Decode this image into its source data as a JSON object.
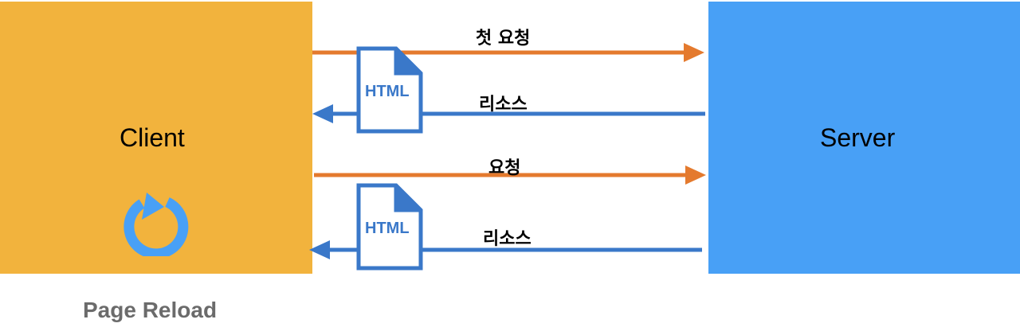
{
  "client": {
    "label": "Client",
    "color": "#f2b33d"
  },
  "server": {
    "label": "Server",
    "color": "#48a0f6"
  },
  "arrows": [
    {
      "label": "첫 요청",
      "direction": "to-server",
      "color": "#e47a2e"
    },
    {
      "label": "리소스",
      "direction": "to-client",
      "color": "#3a78c9"
    },
    {
      "label": "요청",
      "direction": "to-server",
      "color": "#e47a2e"
    },
    {
      "label": "리소스",
      "direction": "to-client",
      "color": "#3a78c9"
    }
  ],
  "documents": [
    {
      "label": "HTML",
      "icon": "file-icon"
    },
    {
      "label": "HTML",
      "icon": "file-icon"
    }
  ],
  "reload_icon": {
    "icon": "reload-icon",
    "color": "#48a0f6"
  },
  "caption": "Page Reload"
}
